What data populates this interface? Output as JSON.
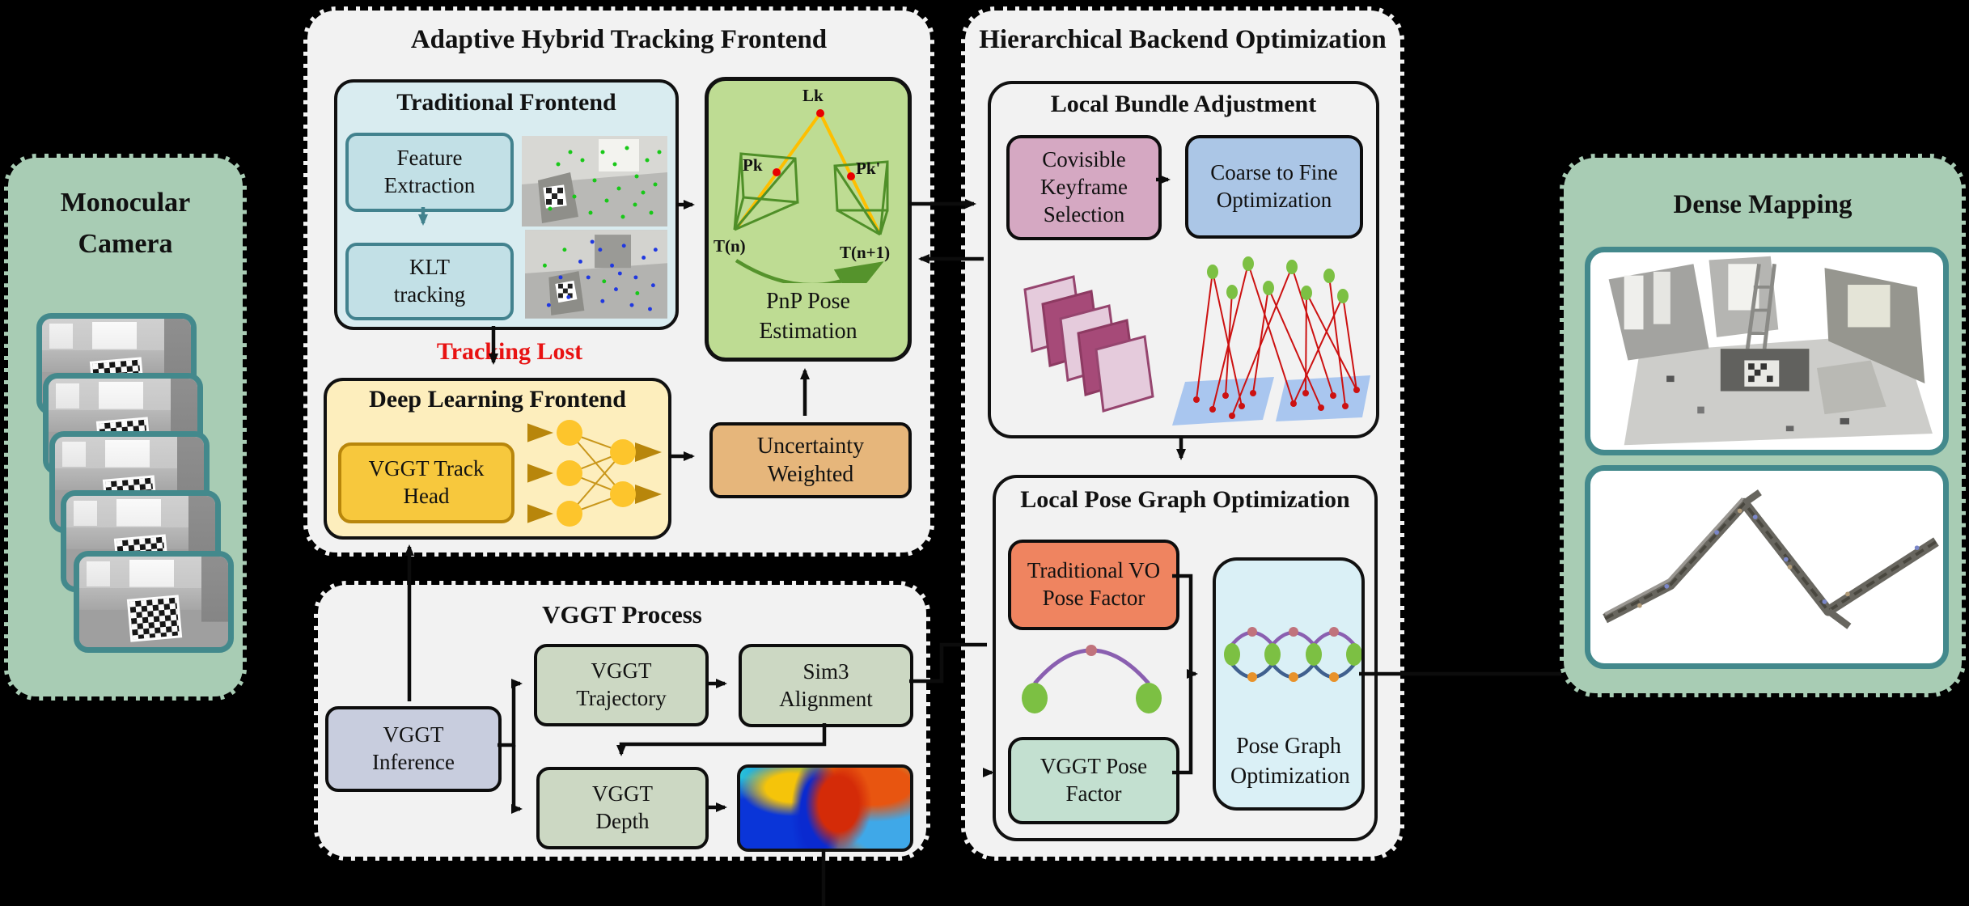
{
  "monocular": {
    "title": "Monocular Camera"
  },
  "frontend": {
    "title": "Adaptive Hybrid Tracking Frontend",
    "traditional_title": "Traditional Frontend",
    "feature_extraction": "Feature Extraction",
    "klt_tracking": "KLT tracking",
    "tracking_lost": "Tracking Lost",
    "deep_title": "Deep Learning Frontend",
    "vggt_track_head": "VGGT Track Head",
    "pnp_label": "PnP Pose Estimation",
    "uncertainty": "Uncertainty Weighted",
    "pnp_annotations": {
      "lk": "Lk",
      "pk": "Pk",
      "pk_prime": "Pk'",
      "tn": "T(n)",
      "tn1": "T(n+1)"
    }
  },
  "vggt": {
    "title": "VGGT Process",
    "inference": "VGGT Inference",
    "trajectory": "VGGT Trajectory",
    "sim3": "Sim3 Alignment",
    "depth": "VGGT Depth"
  },
  "backend": {
    "title": "Hierarchical Backend Optimization",
    "lba_title": "Local Bundle Adjustment",
    "covisible": "Covisible Keyframe Selection",
    "coarse_to_fine": "Coarse to Fine Optimization",
    "lpgo_title": "Local Pose Graph Optimization",
    "traditional_vo_factor": "Traditional VO Pose Factor",
    "vggt_pose_factor": "VGGT Pose Factor",
    "pose_graph_opt": "Pose Graph Optimization"
  },
  "dense": {
    "title": "Dense Mapping"
  },
  "colors": {
    "side_panel_green": "#a8ccb4",
    "panel_gray": "#f2f2f2",
    "traditional_fill": "#d9ecf0",
    "traditional_inner": "#c2e0e6",
    "teal_border": "#42828e",
    "deep_fill": "#fdeebd",
    "track_head_fill": "#f7c83d",
    "pnp_fill": "#bedc93",
    "uncertainty_fill": "#e6b67b",
    "inference_fill": "#c8cdde",
    "sage_fill": "#ccd8c3",
    "covisible_fill": "#d5a8c2",
    "coarse_fill": "#abc6e6",
    "tvo_fill": "#ef8460",
    "vggt_factor_fill": "#c3e0d0",
    "pgo_fill": "#daf0f6",
    "tracking_lost_red": "#e81212",
    "node_green": "#7cc043",
    "arc_purple": "#8a5fb0",
    "arc_blue": "#40608e"
  }
}
